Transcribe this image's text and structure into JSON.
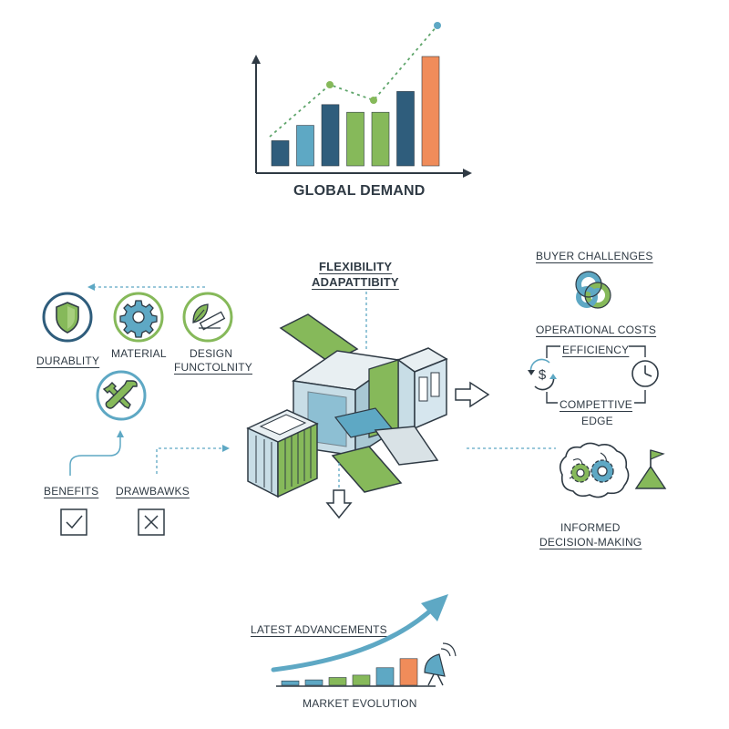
{
  "colors": {
    "ink": "#2f3a44",
    "navy": "#2f5d7c",
    "teal": "#5ea8c4",
    "green": "#86b95a",
    "orange": "#f08c5a",
    "pale_blue": "#d6e6ee",
    "light_green": "#cfe3b7"
  },
  "global_demand": {
    "title": "GLOBAL DEMAND",
    "bars": [
      {
        "value": 0.23,
        "color": "navy"
      },
      {
        "value": 0.37,
        "color": "teal"
      },
      {
        "value": 0.56,
        "color": "navy"
      },
      {
        "value": 0.49,
        "color": "green"
      },
      {
        "value": 0.49,
        "color": "green"
      },
      {
        "value": 0.68,
        "color": "navy"
      },
      {
        "value": 1.0,
        "color": "orange"
      }
    ]
  },
  "center": {
    "title_line1": "FLEXIBILITY",
    "title_line2": "ADAPATTIBITY"
  },
  "left": {
    "durability": "DURABLITY",
    "material": "MATERIAL",
    "design_line1": "DESIGN",
    "design_line2": "FUNCTOLNITY",
    "benefits": "BENEFITS",
    "drawbacks": "DRAWBAWKS",
    "icons": [
      "shield-icon",
      "gear-icon",
      "leaf-ruler-icon",
      "wrench-screwdriver-icon",
      "checkmark-box-icon",
      "x-box-icon"
    ]
  },
  "right": {
    "buyer_challenges": "BUYER CHALLENGES",
    "operational_costs": "OPERATIONAL COSTS",
    "efficiency": "EFFICIENCY",
    "competitive_line1": "COMPETTIVE",
    "competitive_line2": "EDGE",
    "informed_line1": "INFORMED",
    "informed_line2": "DECISION-MAKING",
    "icons": [
      "knot-icon",
      "dollar-cycle-icon",
      "clock-icon",
      "brain-gears-icon",
      "flag-mountain-icon"
    ]
  },
  "bottom": {
    "latest": "LATEST ADVANCEMENTS",
    "market": "MARKET EVOLUTION",
    "bars": [
      {
        "value": 0.13,
        "color": "teal"
      },
      {
        "value": 0.16,
        "color": "teal"
      },
      {
        "value": 0.23,
        "color": "green"
      },
      {
        "value": 0.3,
        "color": "green"
      },
      {
        "value": 0.52,
        "color": "teal"
      },
      {
        "value": 0.79,
        "color": "orange"
      }
    ]
  }
}
